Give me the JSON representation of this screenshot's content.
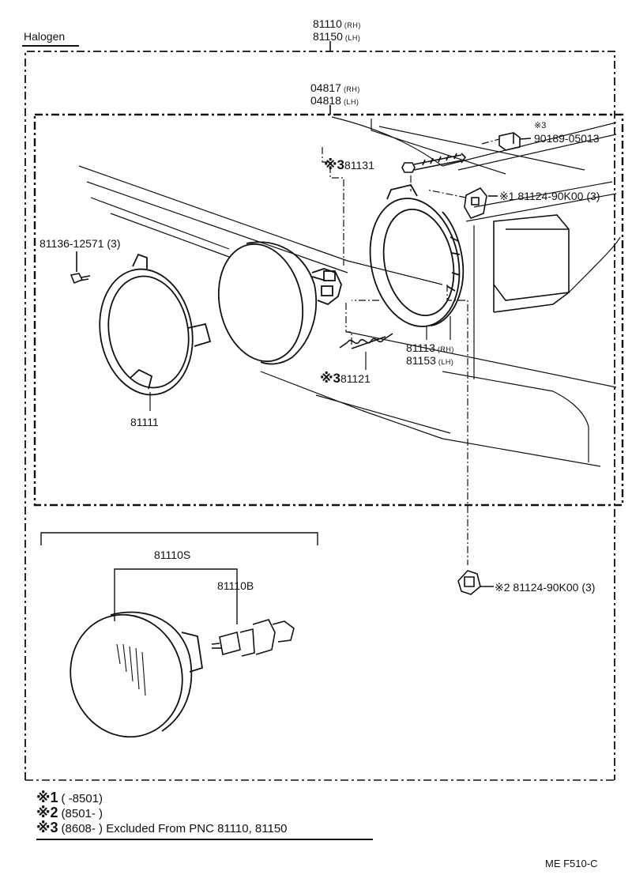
{
  "section_title": "Halogen",
  "parts": {
    "assy_rh": "81110",
    "assy_rh_side": "(RH)",
    "assy_lh": "81150",
    "assy_lh_side": "(LH)",
    "unit_rh": "04817",
    "unit_rh_side": "(RH)",
    "unit_lh": "04818",
    "unit_lh_side": "(LH)",
    "screw_81131": "81131",
    "screw_81131_mark": "※3",
    "nut_mark": "※3",
    "nut_90189": "90189-05013",
    "clip_1_mark": "※1",
    "clip_1": "81124-90K00 (3)",
    "screw_81136": "81136-12571 (3)",
    "ring_81111": "81111",
    "body_rh": "81113",
    "body_rh_side": "(RH)",
    "body_lh": "81153",
    "body_lh_side": "(LH)",
    "spring_mark": "※3",
    "spring_81121": "81121",
    "lamp_sub": "81110S",
    "bulb": "81110B",
    "clip_2_mark": "※2",
    "clip_2": "81124-90K00 (3)"
  },
  "legend": [
    {
      "ref": "※1",
      "text": "(      -8501)"
    },
    {
      "ref": "※2",
      "text": "(8501-       )"
    },
    {
      "ref": "※3",
      "text": "(8608-       ) Excluded From PNC 81110, 81150"
    }
  ],
  "footer_code": "ME  F510-C",
  "colors": {
    "ink": "#111111",
    "paper": "#ffffff"
  }
}
